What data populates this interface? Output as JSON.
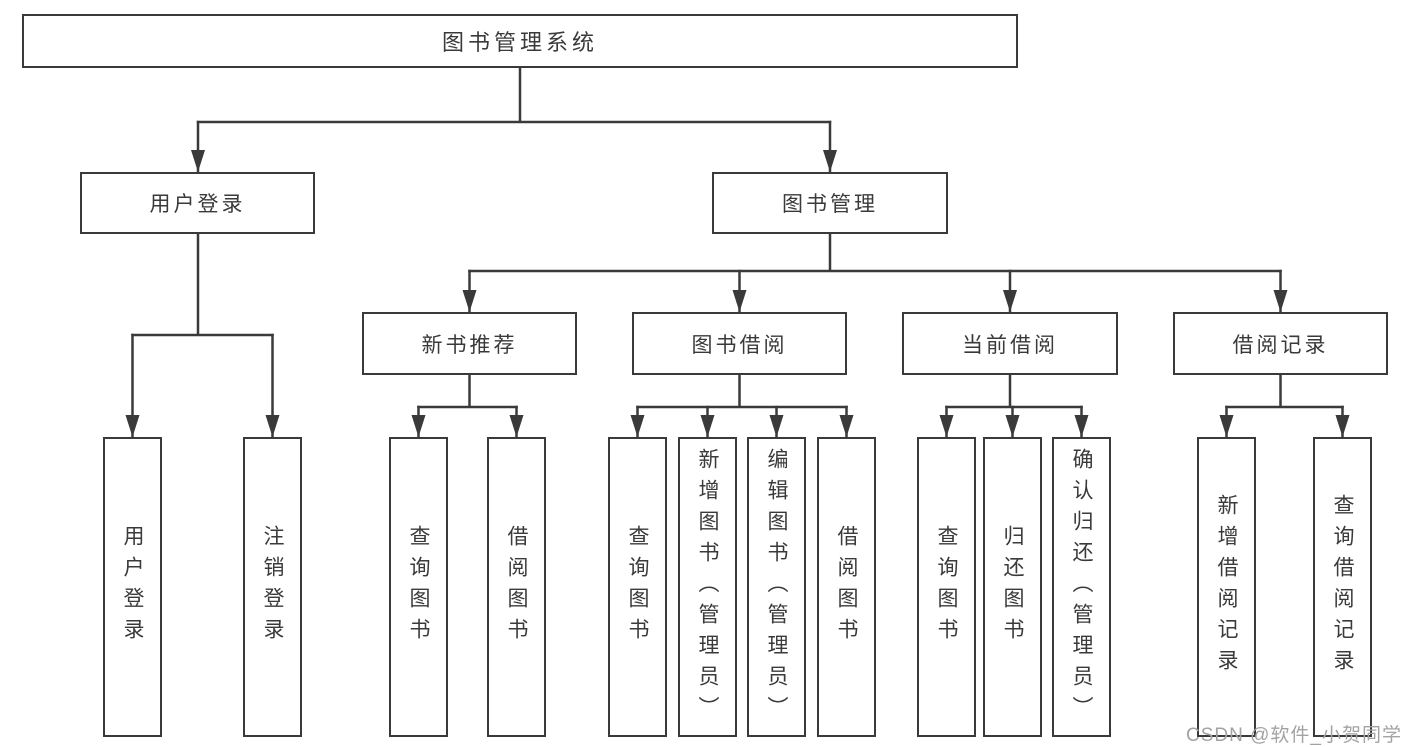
{
  "colors": {
    "line": "#3a3a3a",
    "text": "#3a3a3a",
    "box_background": "#ffffff",
    "watermark": "#a3a3a3"
  },
  "nodes": {
    "root": "图书管理系统",
    "level2": [
      "用户登录",
      "图书管理"
    ],
    "level3": [
      "新书推荐",
      "图书借阅",
      "当前借阅",
      "借阅记录"
    ],
    "leaves_user_login": [
      "用户登录",
      "注销登录"
    ],
    "leaves_new_book_recommend": [
      "查询图书",
      "借阅图书"
    ],
    "leaves_book_borrowing": [
      "查询图书",
      "新增图书（管理员）",
      "编辑图书（管理员）",
      "借阅图书"
    ],
    "leaves_current_borrowing": [
      "查询图书",
      "归还图书",
      "确认归还（管理员）"
    ],
    "leaves_borrowing_records": [
      "新增借阅记录",
      "查询借阅记录"
    ]
  },
  "watermark": "CSDN @软件_小贺同学"
}
